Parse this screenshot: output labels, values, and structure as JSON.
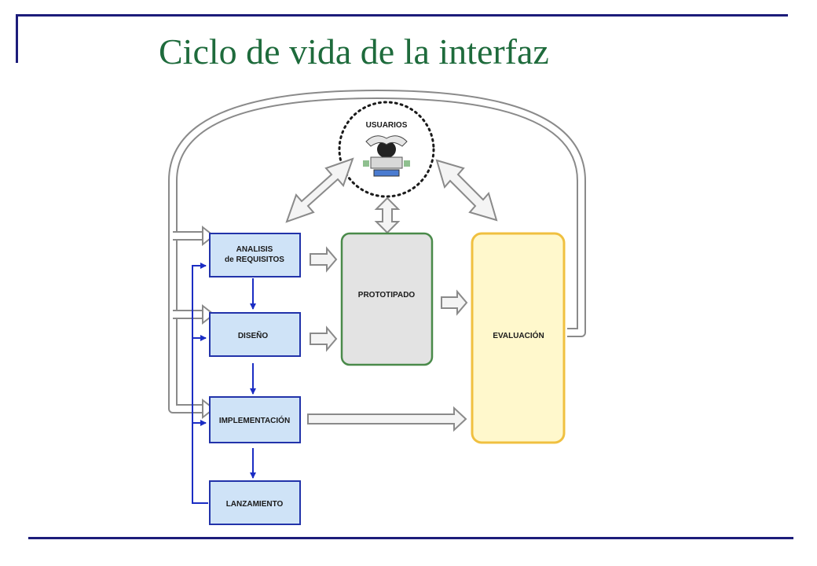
{
  "title": "Ciclo de vida de la interfaz",
  "diagram": {
    "users": {
      "label": "USUARIOS",
      "icon": "user-at-computer-icon"
    },
    "analysis": {
      "line1": "ANALISIS",
      "line2": "de REQUISITOS"
    },
    "design": "DISEÑO",
    "implementation": "IMPLEMENTACIÓN",
    "launch": "LANZAMIENTO",
    "prototyping": "PROTOTIPADO",
    "evaluation": "EVALUACIÓN"
  },
  "colors": {
    "title": "#1e6b3c",
    "frame_lines": "#1c1c7a",
    "stage_fill": "#cfe3f7",
    "stage_border": "#2233aa",
    "flow_arrows": "#1b2dc4",
    "prototype_fill": "#e3e3e3",
    "prototype_border": "#4a8a4a",
    "evaluation_fill": "#fff8cc",
    "evaluation_border": "#f0c040",
    "hollow_arrows": "#8a8a8a"
  }
}
